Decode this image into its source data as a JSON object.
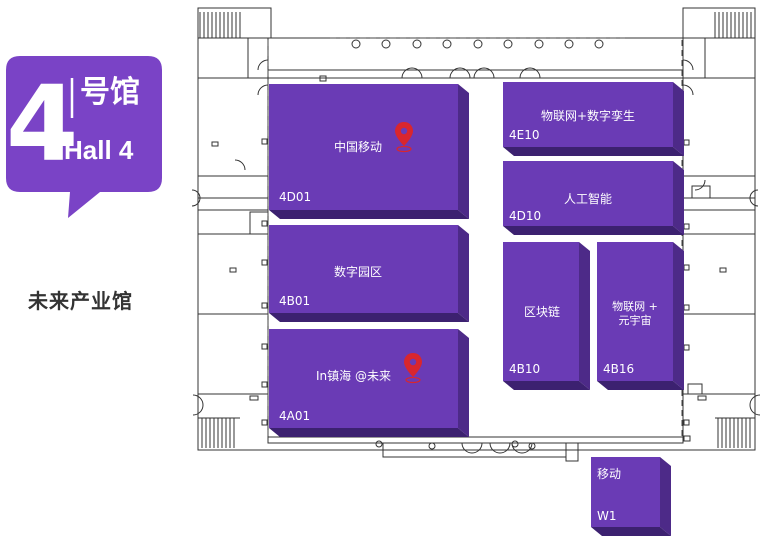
{
  "hall": {
    "number": "4",
    "name_cn": "号馆",
    "name_en": "Hall 4",
    "subtitle": "未来产业馆"
  },
  "colors": {
    "booth_top": "#6a3bb5",
    "booth_side": "#4d2a88",
    "booth_base": "#3c2170",
    "badge": "#7a43c6",
    "pin": "#d9262e",
    "outline": "#333333"
  },
  "booths": [
    {
      "code": "4D01",
      "name": "中国移动",
      "pin": true
    },
    {
      "code": "4B01",
      "name": "数字园区",
      "pin": false
    },
    {
      "code": "4A01",
      "name": "In镇海 @未来",
      "pin": true
    },
    {
      "code": "4E10",
      "name": "物联网+数字孪生",
      "pin": false
    },
    {
      "code": "4D10",
      "name": "人工智能",
      "pin": false
    },
    {
      "code": "4B10",
      "name": "区块链",
      "pin": false
    },
    {
      "code": "4B16",
      "name": "物联网 +",
      "name2": "元宇宙",
      "pin": false
    },
    {
      "code": "W1",
      "name": "移动",
      "pin": false
    }
  ]
}
